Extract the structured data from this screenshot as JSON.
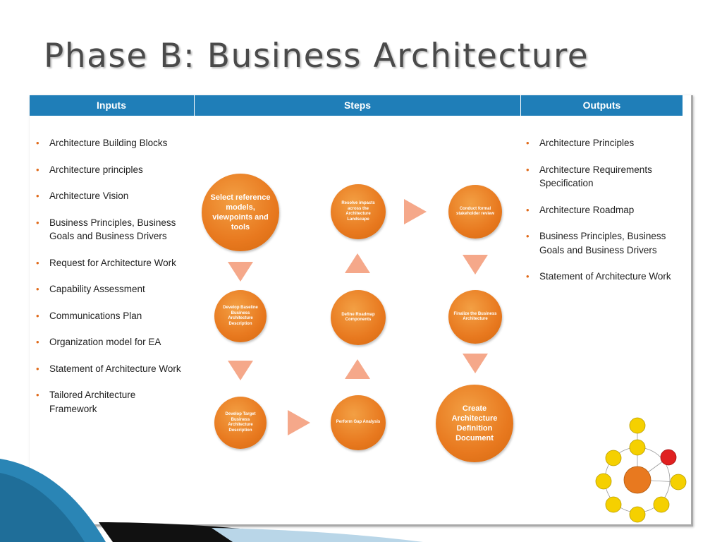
{
  "title": "Phase B: Business Architecture",
  "headers": {
    "inputs": "Inputs",
    "steps": "Steps",
    "outputs": "Outputs"
  },
  "inputs": [
    "Architecture Building Blocks",
    "Architecture principles",
    "Architecture Vision",
    "Business Principles, Business Goals and Business Drivers",
    "Request for Architecture Work",
    "Capability Assessment",
    "Communications Plan",
    "Organization model for EA",
    "Statement of Architecture Work",
    "Tailored Architecture Framework"
  ],
  "steps": {
    "select": "Select reference models, viewpoints and tools",
    "baseline": "Develop Baseline Business Architecture Description",
    "target": "Develop Target Business Architecture Description",
    "gap": "Perform Gap Analysis",
    "roadmap": "Define Roadmap Components",
    "resolve": "Resolve impacts across the Architecture Landscape",
    "review": "Conduct formal stakeholder review",
    "finalize": "Finalize the Business Architecture",
    "create": "Create Architecture Definition Document"
  },
  "outputs": [
    "Architecture Principles",
    "Architecture Requirements Specification",
    "Architecture Roadmap",
    "Business Principles, Business Goals and Business Drivers",
    "Statement of Architecture Work"
  ],
  "colors": {
    "header_blue": "#1f7eb8",
    "step_orange": "#e8791f",
    "arrow_salmon": "#f5a88a",
    "bullet_orange": "#e06a1a",
    "adm_yellow": "#f5d000",
    "adm_red": "#e02020"
  }
}
